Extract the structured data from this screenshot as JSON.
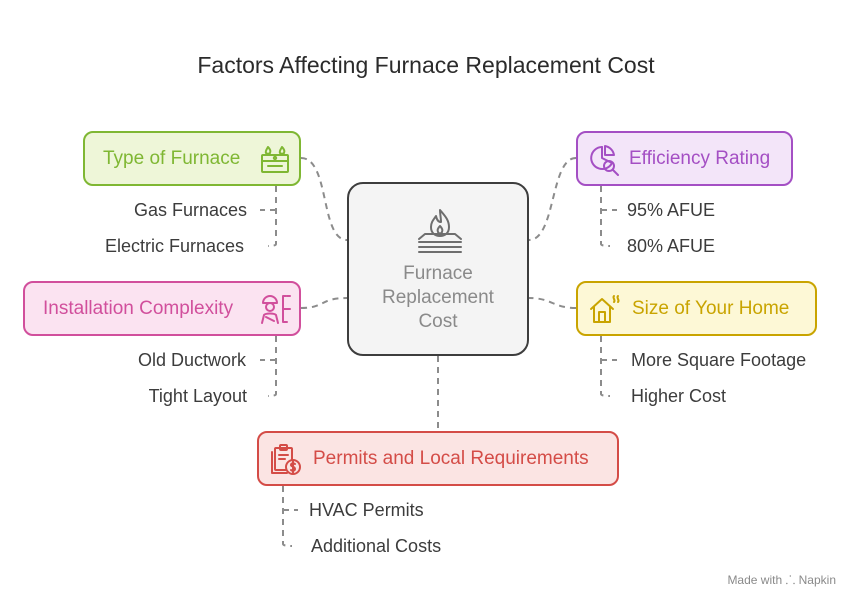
{
  "title": "Factors Affecting Furnace Replacement Cost",
  "center": {
    "lines": [
      "Furnace",
      "Replacement",
      "Cost"
    ],
    "icon": "furnace-flame-icon"
  },
  "factors": {
    "type_of_furnace": {
      "label": "Type of Furnace",
      "icon": "furnace-icon",
      "color": "#7fb733",
      "fill": "#eef6d8",
      "items": [
        "Gas Furnaces",
        "Electric Furnaces"
      ]
    },
    "efficiency_rating": {
      "label": "Efficiency Rating",
      "icon": "pie-chart-magnify-icon",
      "color": "#a44fc4",
      "fill": "#f3e5f9",
      "items": [
        "95% AFUE",
        "80% AFUE"
      ]
    },
    "installation_complexity": {
      "label": "Installation Complexity",
      "icon": "worker-with-tools-icon",
      "color": "#d14f9c",
      "fill": "#fbe3f1",
      "items": [
        "Old Ductwork",
        "Tight Layout"
      ]
    },
    "size_of_home": {
      "label": "Size of Your Home",
      "icon": "house-heat-icon",
      "color": "#c9a400",
      "fill": "#fdf8d6",
      "items": [
        "More Square Footage",
        "Higher Cost"
      ]
    },
    "permits": {
      "label": "Permits and Local Requirements",
      "icon": "permit-document-dollar-icon",
      "color": "#d44c47",
      "fill": "#fbe4e3",
      "items": [
        "HVAC Permits",
        "Additional Costs"
      ]
    }
  },
  "footer": "Made with ⸫ Napkin"
}
